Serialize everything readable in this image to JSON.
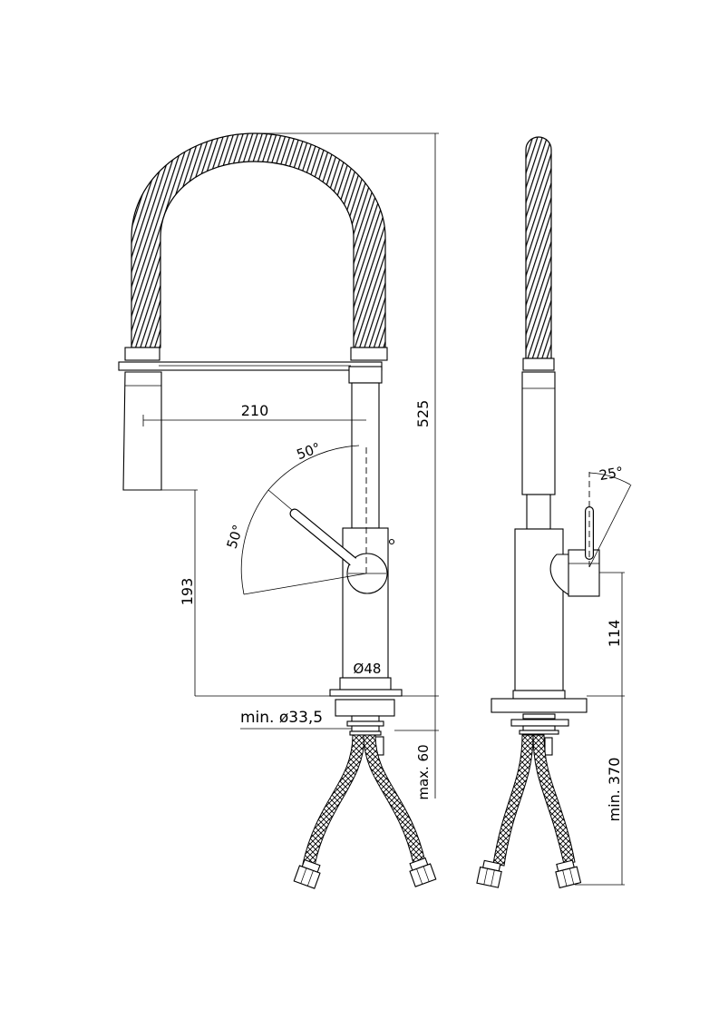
{
  "dimensions": {
    "height_total": "525",
    "spout_reach": "210",
    "outlet_height": "193",
    "body_diameter": "Ø48",
    "hole_diameter": "min. ø33,5",
    "deck_thickness": "max. 60",
    "lever_angle_front_upper": "50°",
    "lever_angle_front_lower": "50°",
    "lever_angle_side": "25°",
    "lever_height": "114",
    "hose_length": "min. 370"
  }
}
